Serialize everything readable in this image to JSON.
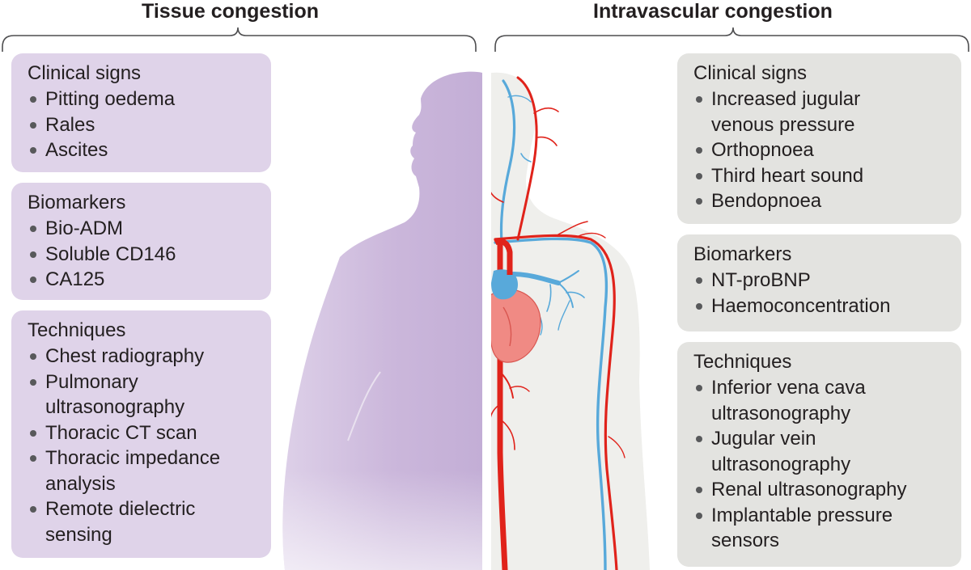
{
  "left_panel": {
    "heading": "Tissue congestion",
    "groups": [
      {
        "title": "Clinical signs",
        "items": [
          "Pitting oedema",
          "Rales",
          "Ascites"
        ]
      },
      {
        "title": "Biomarkers",
        "items": [
          "Bio-ADM",
          "Soluble CD146",
          "CA125"
        ]
      },
      {
        "title": "Techniques",
        "items": [
          "Chest radiography",
          "Pulmonary ultrasonography",
          "Thoracic CT scan",
          "Thoracic impedance analysis",
          "Remote dielectric sensing"
        ]
      }
    ]
  },
  "right_panel": {
    "heading": "Intravascular congestion",
    "groups": [
      {
        "title": "Clinical signs",
        "items": [
          "Increased jugular venous pressure",
          "Orthopnoea",
          "Third heart sound",
          "Bendopnoea"
        ]
      },
      {
        "title": "Biomarkers",
        "items": [
          "NT-proBNP",
          "Haemoconcentration"
        ]
      },
      {
        "title": "Techniques",
        "items": [
          "Inferior vena cava ultrasonography",
          "Jugular vein ultrasonography",
          "Renal ultrasonography",
          "Implantable pressure sensors"
        ]
      }
    ]
  },
  "colors": {
    "tissue_box": "#dfd3e9",
    "tissue_silhouette": "#c7b3d8",
    "intravascular_box": "#e3e3e0",
    "intravascular_body": "#efefec",
    "artery": "#e0231b",
    "vein": "#58a9da",
    "heart": "#f08a84",
    "bullet": "#58595b"
  },
  "icons": {
    "left_figure": "human-silhouette-profile",
    "right_figure": "circulatory-system-illustration"
  }
}
